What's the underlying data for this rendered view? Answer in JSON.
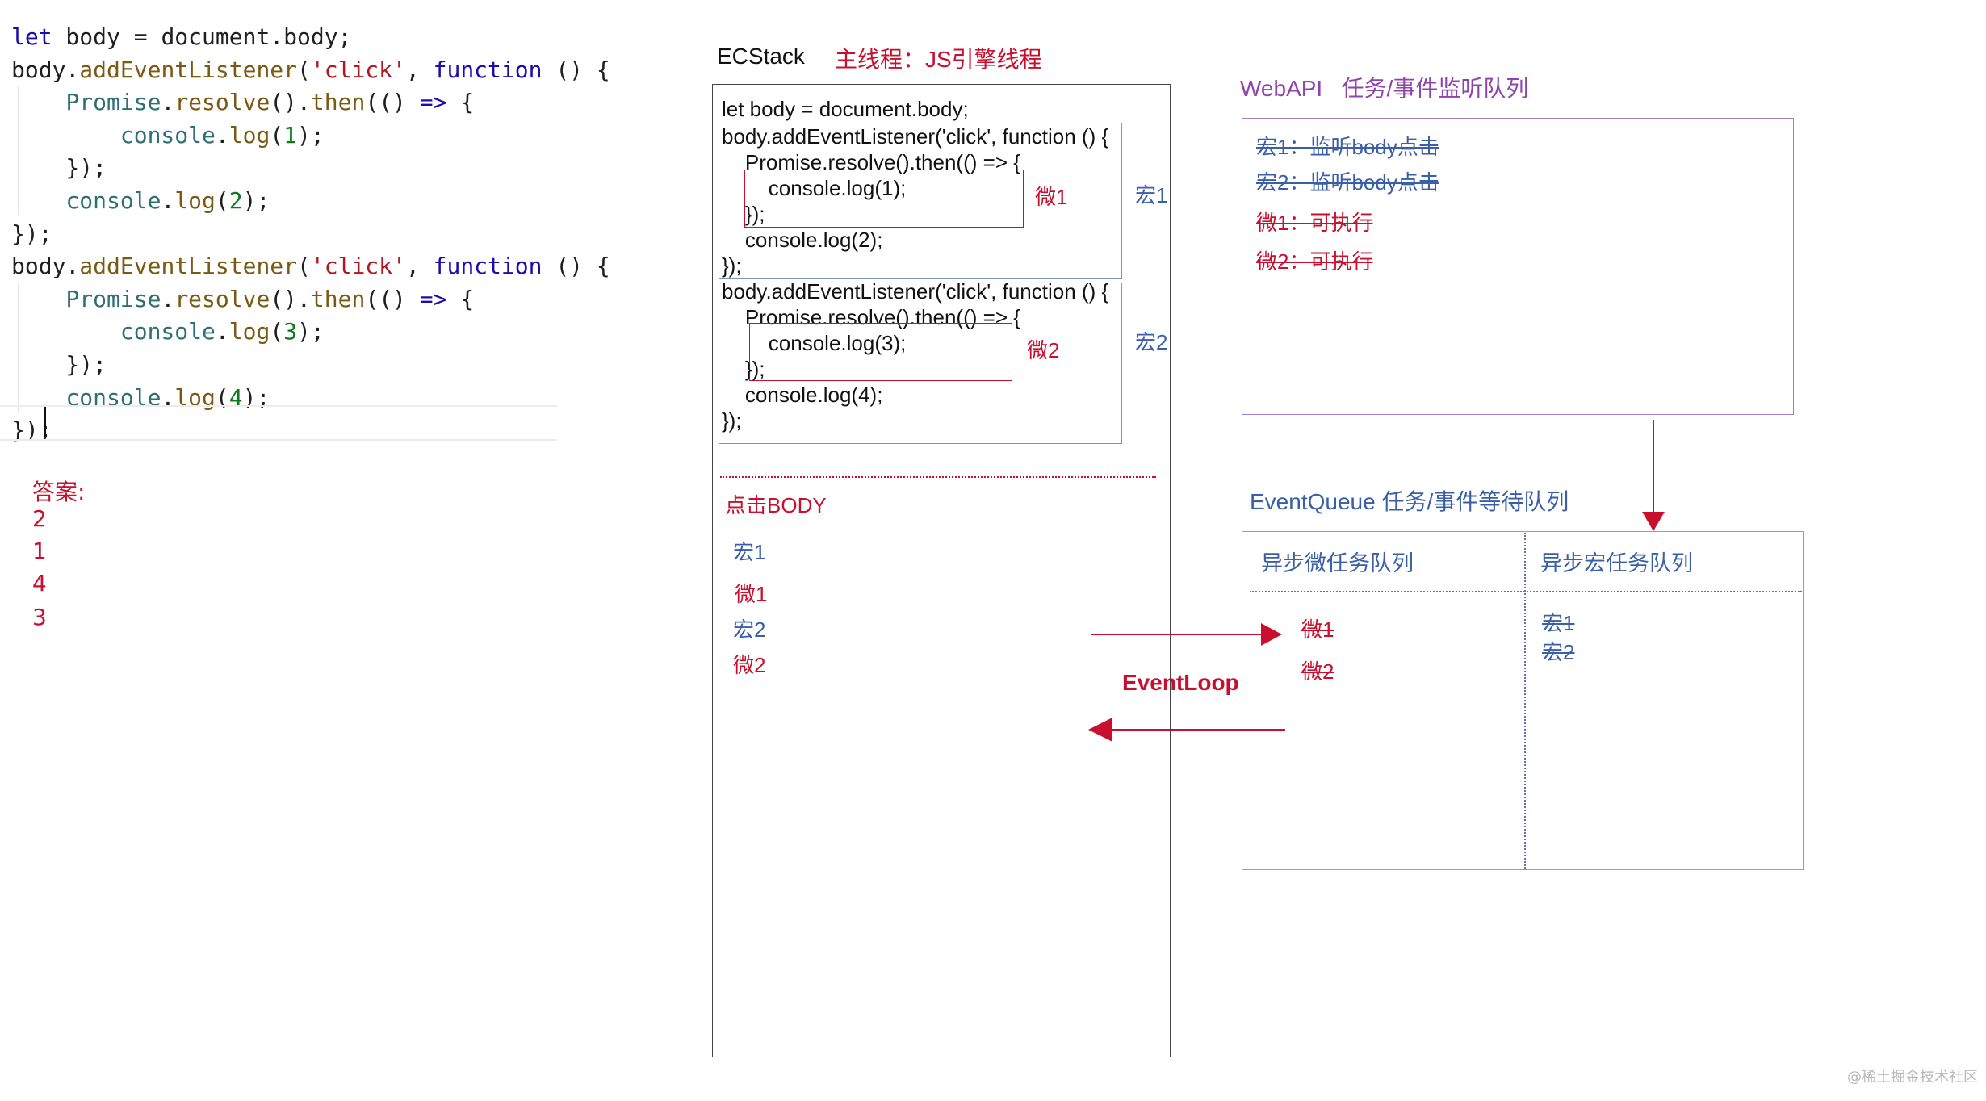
{
  "code": {
    "lines": [
      [
        {
          "t": "let",
          "c": "kw"
        },
        {
          "t": " body = document.body;",
          "c": ""
        }
      ],
      [
        {
          "t": "body.",
          "c": ""
        },
        {
          "t": "addEventListener",
          "c": "mt"
        },
        {
          "t": "(",
          "c": ""
        },
        {
          "t": "'click'",
          "c": "st"
        },
        {
          "t": ", ",
          "c": ""
        },
        {
          "t": "function",
          "c": "kw"
        },
        {
          "t": " () {",
          "c": ""
        }
      ],
      [
        {
          "t": "    ",
          "c": ""
        },
        {
          "t": "Promise",
          "c": "pm"
        },
        {
          "t": ".",
          "c": ""
        },
        {
          "t": "resolve",
          "c": "mt"
        },
        {
          "t": "().",
          "c": ""
        },
        {
          "t": "then",
          "c": "mt"
        },
        {
          "t": "(() ",
          "c": ""
        },
        {
          "t": "=>",
          "c": "kw"
        },
        {
          "t": " {",
          "c": ""
        }
      ],
      [
        {
          "t": "        ",
          "c": ""
        },
        {
          "t": "console",
          "c": "pm"
        },
        {
          "t": ".",
          "c": ""
        },
        {
          "t": "log",
          "c": "mt"
        },
        {
          "t": "(",
          "c": ""
        },
        {
          "t": "1",
          "c": "nm"
        },
        {
          "t": ");",
          "c": ""
        }
      ],
      [
        {
          "t": "    });",
          "c": ""
        }
      ],
      [
        {
          "t": "    ",
          "c": ""
        },
        {
          "t": "console",
          "c": "pm"
        },
        {
          "t": ".",
          "c": ""
        },
        {
          "t": "log",
          "c": "mt"
        },
        {
          "t": "(",
          "c": ""
        },
        {
          "t": "2",
          "c": "nm"
        },
        {
          "t": ");",
          "c": ""
        }
      ],
      [
        {
          "t": "});",
          "c": ""
        }
      ],
      [
        {
          "t": "body.",
          "c": ""
        },
        {
          "t": "addEventListener",
          "c": "mt"
        },
        {
          "t": "(",
          "c": ""
        },
        {
          "t": "'click'",
          "c": "st"
        },
        {
          "t": ", ",
          "c": ""
        },
        {
          "t": "function",
          "c": "kw"
        },
        {
          "t": " () {",
          "c": ""
        }
      ],
      [
        {
          "t": "    ",
          "c": ""
        },
        {
          "t": "Promise",
          "c": "pm"
        },
        {
          "t": ".",
          "c": ""
        },
        {
          "t": "resolve",
          "c": "mt"
        },
        {
          "t": "().",
          "c": ""
        },
        {
          "t": "then",
          "c": "mt"
        },
        {
          "t": "(() ",
          "c": ""
        },
        {
          "t": "=>",
          "c": "kw"
        },
        {
          "t": " {",
          "c": ""
        }
      ],
      [
        {
          "t": "        ",
          "c": ""
        },
        {
          "t": "console",
          "c": "pm"
        },
        {
          "t": ".",
          "c": ""
        },
        {
          "t": "log",
          "c": "mt"
        },
        {
          "t": "(",
          "c": ""
        },
        {
          "t": "3",
          "c": "nm"
        },
        {
          "t": ");",
          "c": ""
        }
      ],
      [
        {
          "t": "    });",
          "c": ""
        }
      ],
      [
        {
          "t": "    ",
          "c": ""
        },
        {
          "t": "console",
          "c": "pm"
        },
        {
          "t": ".",
          "c": ""
        },
        {
          "t": "log",
          "c": "mt"
        },
        {
          "t": "(",
          "c": ""
        },
        {
          "t": "4",
          "c": "nm"
        },
        {
          "t": ");",
          "c": ""
        }
      ],
      [
        {
          "t": "});",
          "c": ""
        }
      ]
    ]
  },
  "answer": {
    "label": "答案:",
    "values": [
      "2",
      "1",
      "4",
      "3"
    ]
  },
  "ecstack": {
    "title": "ECStack",
    "subtitle": "主线程：JS引擎线程",
    "line0": "let body = document.body;",
    "block1": {
      "l1": "body.addEventListener('click', function () {",
      "l2": "    Promise.resolve().then(() => {",
      "l3": "        console.log(1);",
      "l4": "    });",
      "l5": "    console.log(2);",
      "l6": "});",
      "micro": "微1",
      "macro": "宏1"
    },
    "block2": {
      "l1": "body.addEventListener('click', function () {",
      "l2": "    Promise.resolve().then(() => {",
      "l3": "        console.log(3);",
      "l4": "    });",
      "l5": "    console.log(4);",
      "l6": "});",
      "micro": "微2",
      "macro": "宏2"
    },
    "click_label": "点击BODY",
    "exec_order": [
      "宏1",
      "微1",
      "宏2",
      "微2"
    ]
  },
  "webapi": {
    "title": "WebAPI   任务/事件监听队列",
    "items": [
      "宏1：监听body点击",
      "宏2：监听body点击",
      "微1：可执行",
      "微2：可执行"
    ]
  },
  "eventqueue": {
    "title": "EventQueue 任务/事件等待队列",
    "micro_header": "异步微任务队列",
    "macro_header": "异步宏任务队列",
    "micro_items": [
      "微1",
      "微2"
    ],
    "macro_items": [
      "宏1",
      "宏2"
    ]
  },
  "eventloop_label": "EventLoop",
  "watermark": "@稀土掘金技术社区",
  "colors": {
    "red": "#c8102e",
    "blue": "#3a5fa8",
    "purple": "#8e44ad"
  }
}
